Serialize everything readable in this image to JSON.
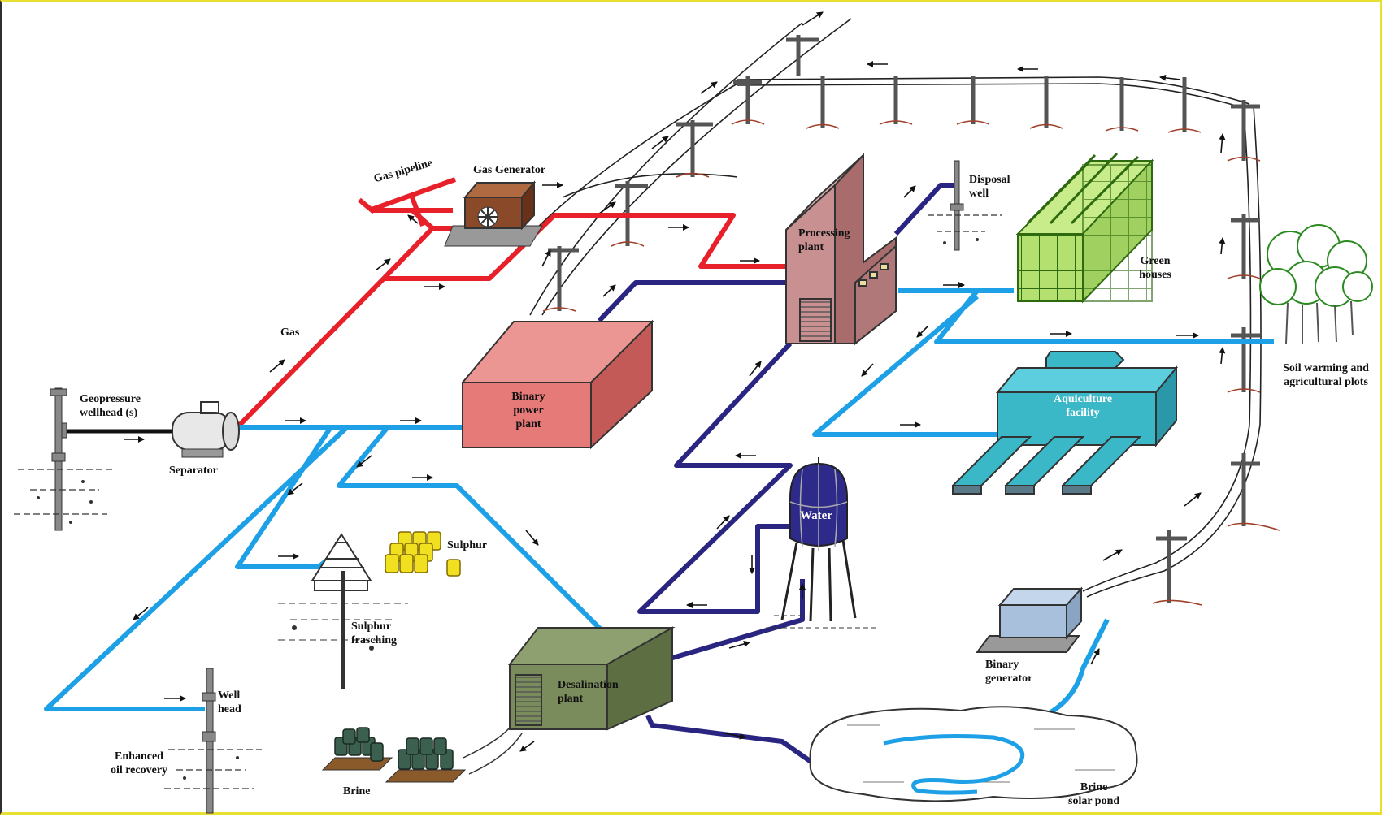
{
  "labels": {
    "geopressure_wellhead": [
      "Geopressure",
      "wellhead (s)"
    ],
    "separator": "Separator",
    "gas": "Gas",
    "gas_pipeline": "Gas pipeline",
    "gas_generator": "Gas Generator",
    "binary_power_plant": [
      "Binary",
      "power",
      "plant"
    ],
    "processing_plant": [
      "Processing",
      "plant"
    ],
    "disposal_well": [
      "Disposal",
      "well"
    ],
    "green_houses": [
      "Green",
      "houses"
    ],
    "soil_warming": [
      "Soil warming and",
      "agricultural plots"
    ],
    "aquiculture_facility": [
      "Aquiculture",
      "facility"
    ],
    "water": "Water",
    "sulphur": "Sulphur",
    "sulphur_frasching": [
      "Sulphur",
      "frasching"
    ],
    "desalination_plant": [
      "Desalination",
      "plant"
    ],
    "binary_generator": [
      "Binary",
      "generator"
    ],
    "well_head": [
      "Well",
      "head"
    ],
    "enhanced_oil_recovery": [
      "Enhanced",
      "oil recovery"
    ],
    "brine": "Brine",
    "brine_solar_pond": [
      "Brine",
      "solar pond"
    ]
  },
  "colors": {
    "gas_line": "#e8202a",
    "brine_line": "#1ea0e6",
    "fresh_water_line": "#2a2580",
    "power_line": "#222222",
    "pole": "#5a5a5a",
    "pole_roots": "#a0402a",
    "binary_power_plant": "#e57a78",
    "processing_plant": "#c89090",
    "green_houses": "#b4e070",
    "aquiculture": "#3ab8c8",
    "desalination": "#7a8c5c",
    "water_tower": "#2e2a8a",
    "sulphur": "#f0e020",
    "brine_barrels": "#3c6050",
    "binary_generator": "#a8c0dc",
    "frame_border": "#e8e030"
  }
}
